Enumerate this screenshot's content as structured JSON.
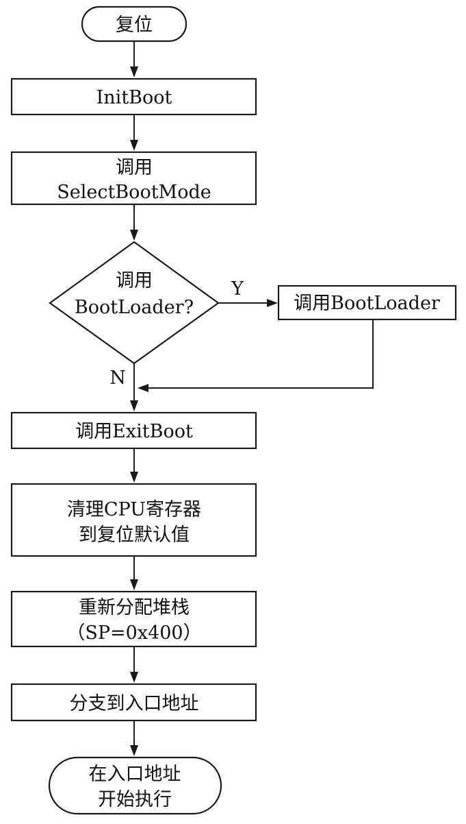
{
  "diagram": {
    "start": {
      "label": "复位"
    },
    "init_boot": {
      "label": "InitBoot"
    },
    "select_boot_mode": {
      "line1": "调用",
      "line2": "SelectBootMode"
    },
    "decision": {
      "line1": "调用",
      "line2": "BootLoader?"
    },
    "yes_label": "Y",
    "no_label": "N",
    "call_bootloader": {
      "label": "调用BootLoader"
    },
    "exit_boot": {
      "label": "调用ExitBoot"
    },
    "clear_registers": {
      "line1": "清理CPU寄存器",
      "line2": "到复位默认值"
    },
    "realloc_stack": {
      "line1": "重新分配堆栈",
      "line2": "（SP=0x400）"
    },
    "branch": {
      "label": "分支到入口地址"
    },
    "end": {
      "line1": "在入口地址",
      "line2": "开始执行"
    }
  }
}
